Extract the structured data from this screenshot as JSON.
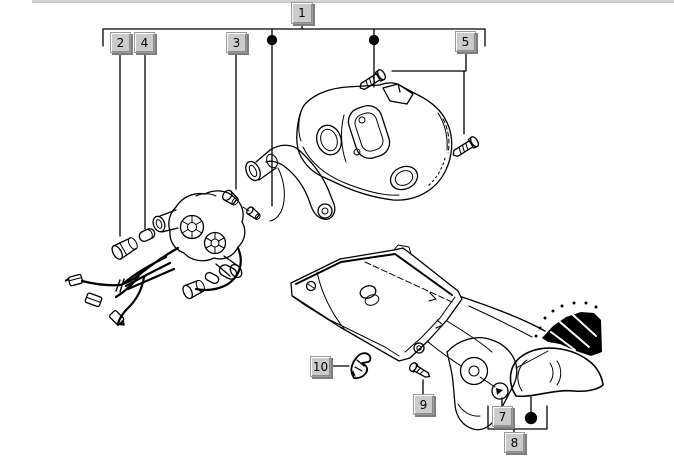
{
  "diagram": {
    "type": "exploded-parts-diagram",
    "callouts": {
      "c1": {
        "label": "1"
      },
      "c2": {
        "label": "2"
      },
      "c4": {
        "label": "4"
      },
      "c3": {
        "label": "3"
      },
      "c5": {
        "label": "5"
      },
      "c10": {
        "label": "10"
      },
      "c9": {
        "label": "9"
      },
      "c7": {
        "label": "7"
      },
      "c8": {
        "label": "8"
      }
    },
    "colors": {
      "background": "#ffffff",
      "line": "#000000",
      "callout_fill": "#cbcbcb",
      "callout_shadow": "#7e7e7e",
      "top_strip": "#d2d2d2"
    }
  }
}
